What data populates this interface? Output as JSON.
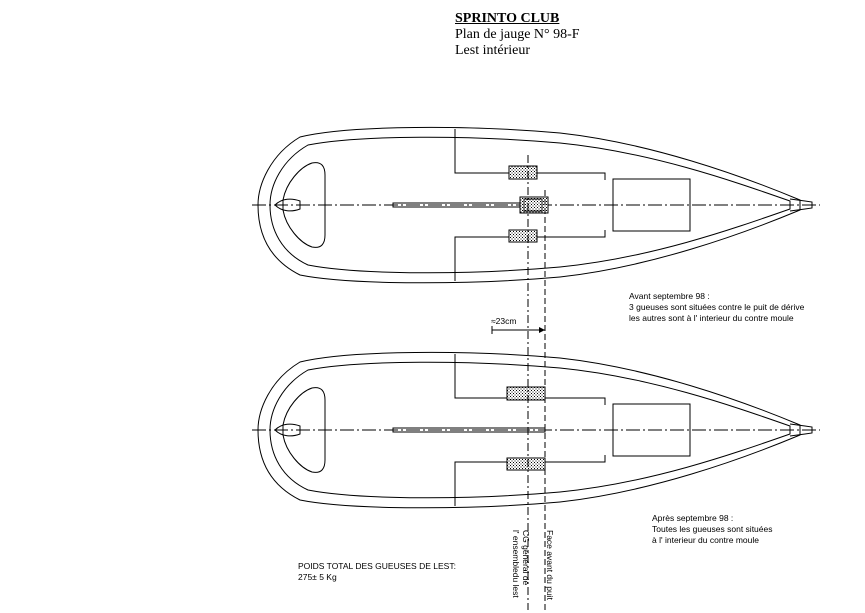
{
  "title": {
    "club": "SPRINTO CLUB",
    "plan": "Plan de jauge N° 98-F",
    "subject": "Lest intérieur"
  },
  "dimension": {
    "label": "≈23cm"
  },
  "notes": {
    "before": {
      "heading": "Avant septembre 98 :",
      "line1": "3 gueuses sont situées contre le puit de dérive",
      "line2": "les autres sont à l' interieur du contre moule"
    },
    "after": {
      "heading": "Après septembre 98 :",
      "line1": "Toutes les gueuses sont situées",
      "line2": "à l' interieur du contre moule"
    },
    "weight": {
      "heading": "POIDS TOTAL DES GUEUSES DE LEST:",
      "value": "275± 5 Kg"
    }
  },
  "vertical_labels": {
    "cg_line1": "CG général de",
    "cg_line2": "l' ensembledu lest",
    "puit": "Face avant du puit"
  }
}
